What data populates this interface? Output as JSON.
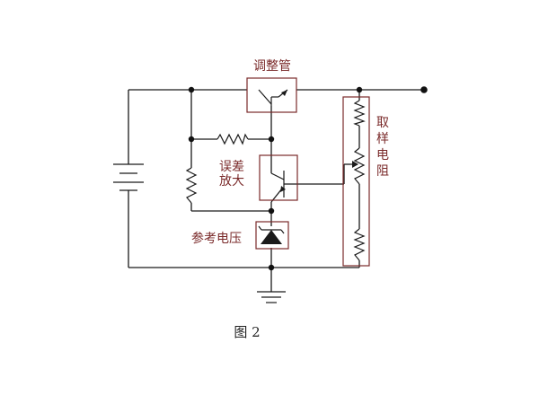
{
  "diagram": {
    "labels": {
      "regulator": "调整管",
      "error_amp_line1": "误差",
      "error_amp_line2": "放大",
      "reference": "参考电压",
      "sampling_1": "取",
      "sampling_2": "样",
      "sampling_3": "电",
      "sampling_4": "阻"
    },
    "caption": "图 2",
    "colors": {
      "wire": "#1a1a1a",
      "label": "#7a2a2a",
      "box": "#7a2a2a"
    }
  }
}
